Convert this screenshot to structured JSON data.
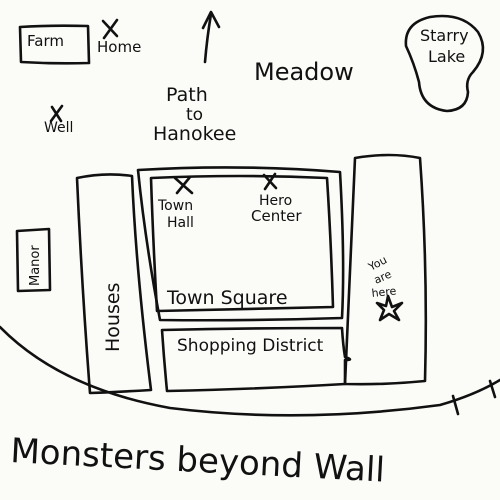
{
  "map": {
    "labels": {
      "farm": "Farm",
      "home": "Home",
      "well": "Well",
      "path_line1": "Path",
      "path_line2": "to",
      "path_line3": "Hanokee",
      "meadow": "Meadow",
      "starry_line1": "Starry",
      "starry_line2": "Lake",
      "manor": "Manor",
      "houses": "Houses",
      "town_hall_line1": "Town",
      "town_hall_line2": "Hall",
      "hero_line1": "Hero",
      "hero_line2": "Center",
      "town_square": "Town Square",
      "you_line1": "You",
      "you_line2": "are",
      "you_line3": "here",
      "shopping": "Shopping District",
      "monsters": "Monsters beyond Wall"
    },
    "markers": {
      "home": "x-mark",
      "well": "x-mark",
      "town_hall": "x-mark",
      "hero_center": "x-mark",
      "you_are_here": "star"
    },
    "ink_color": "#111111",
    "paper_color": "#fbfbf8"
  }
}
